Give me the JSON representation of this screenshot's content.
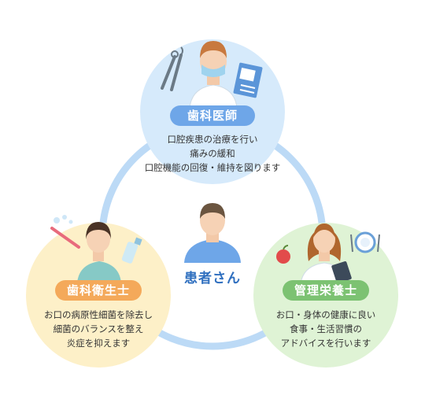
{
  "center": {
    "label": "患者さん"
  },
  "roles": [
    {
      "id": "dentist",
      "title": "歯科医師",
      "color": "#6ea6e8",
      "lines": [
        "口腔疾患の治療を行い",
        "痛みの緩和",
        "口腔機能の回復・維持を図ります"
      ]
    },
    {
      "id": "hygienist",
      "title": "歯科衛生士",
      "color": "#f4a95a",
      "lines": [
        "お口の病原性細菌を除去し",
        "細菌のバランスを整え",
        "炎症を抑えます"
      ]
    },
    {
      "id": "nutritionist",
      "title": "管理栄養士",
      "color": "#7cc272",
      "lines": [
        "お口・身体の健康に良い",
        "食事・生活習慣の",
        "アドバイスを行います"
      ]
    }
  ],
  "colors": {
    "ring": "#bcdaf6",
    "dentist_bg": "#d6eafb",
    "hygienist_bg": "#fdf0c8",
    "nutritionist_bg": "#dff3d5"
  }
}
